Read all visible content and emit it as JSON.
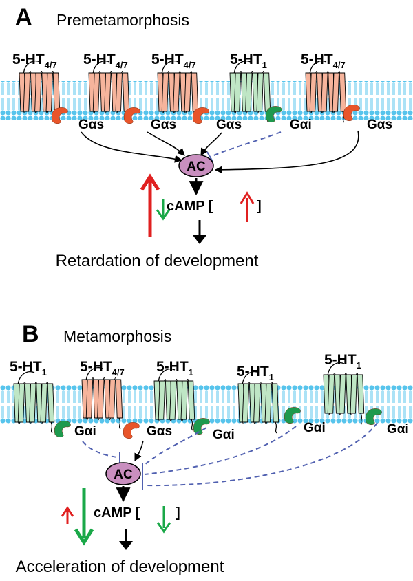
{
  "colors": {
    "membrane": "#57c4ec",
    "stimulatory_receptor": "#f6b49c",
    "inhibitory_receptor": "#bfe6c5",
    "gas_protein": "#e8552a",
    "gai_protein": "#1e9a4e",
    "adenylyl_cyclase": "#c98fbf",
    "inhibition_line": "#5060b0",
    "increase_arrow": "#e02020",
    "decrease_arrow": "#1aa848"
  },
  "panels": [
    {
      "letter": "A",
      "title": "Premetamorphosis",
      "receptors": [
        {
          "label": "5-HT",
          "sub": "4/7",
          "kind": "stimulatory",
          "g": "Gαs"
        },
        {
          "label": "5-HT",
          "sub": "4/7",
          "kind": "stimulatory",
          "g": "Gαs"
        },
        {
          "label": "5-HT",
          "sub": "4/7",
          "kind": "stimulatory",
          "g": "Gαs"
        },
        {
          "label": "5-HT",
          "sub": "1",
          "kind": "inhibitory",
          "g": "Gαi"
        },
        {
          "label": "5-HT",
          "sub": "4/7",
          "kind": "stimulatory",
          "g": "Gαs"
        }
      ],
      "effector": "AC",
      "second_messenger": "cAMP [",
      "bracket_close": "]",
      "cAMP_trend": "increase",
      "outcome": "Retardation of development"
    },
    {
      "letter": "B",
      "title": "Metamorphosis",
      "receptors": [
        {
          "label": "5-HT",
          "sub": "1",
          "kind": "inhibitory",
          "g": "Gαi"
        },
        {
          "label": "5-HT",
          "sub": "4/7",
          "kind": "stimulatory",
          "g": "Gαs"
        },
        {
          "label": "5-HT",
          "sub": "1",
          "kind": "inhibitory",
          "g": "Gαi"
        },
        {
          "label": "5-HT",
          "sub": "1",
          "kind": "inhibitory",
          "g": "Gαi"
        },
        {
          "label": "5-HT",
          "sub": "1",
          "kind": "inhibitory",
          "g": "Gαi"
        }
      ],
      "effector": "AC",
      "second_messenger": "cAMP [",
      "bracket_close": "]",
      "cAMP_trend": "decrease",
      "outcome": "Acceleration of development"
    }
  ]
}
